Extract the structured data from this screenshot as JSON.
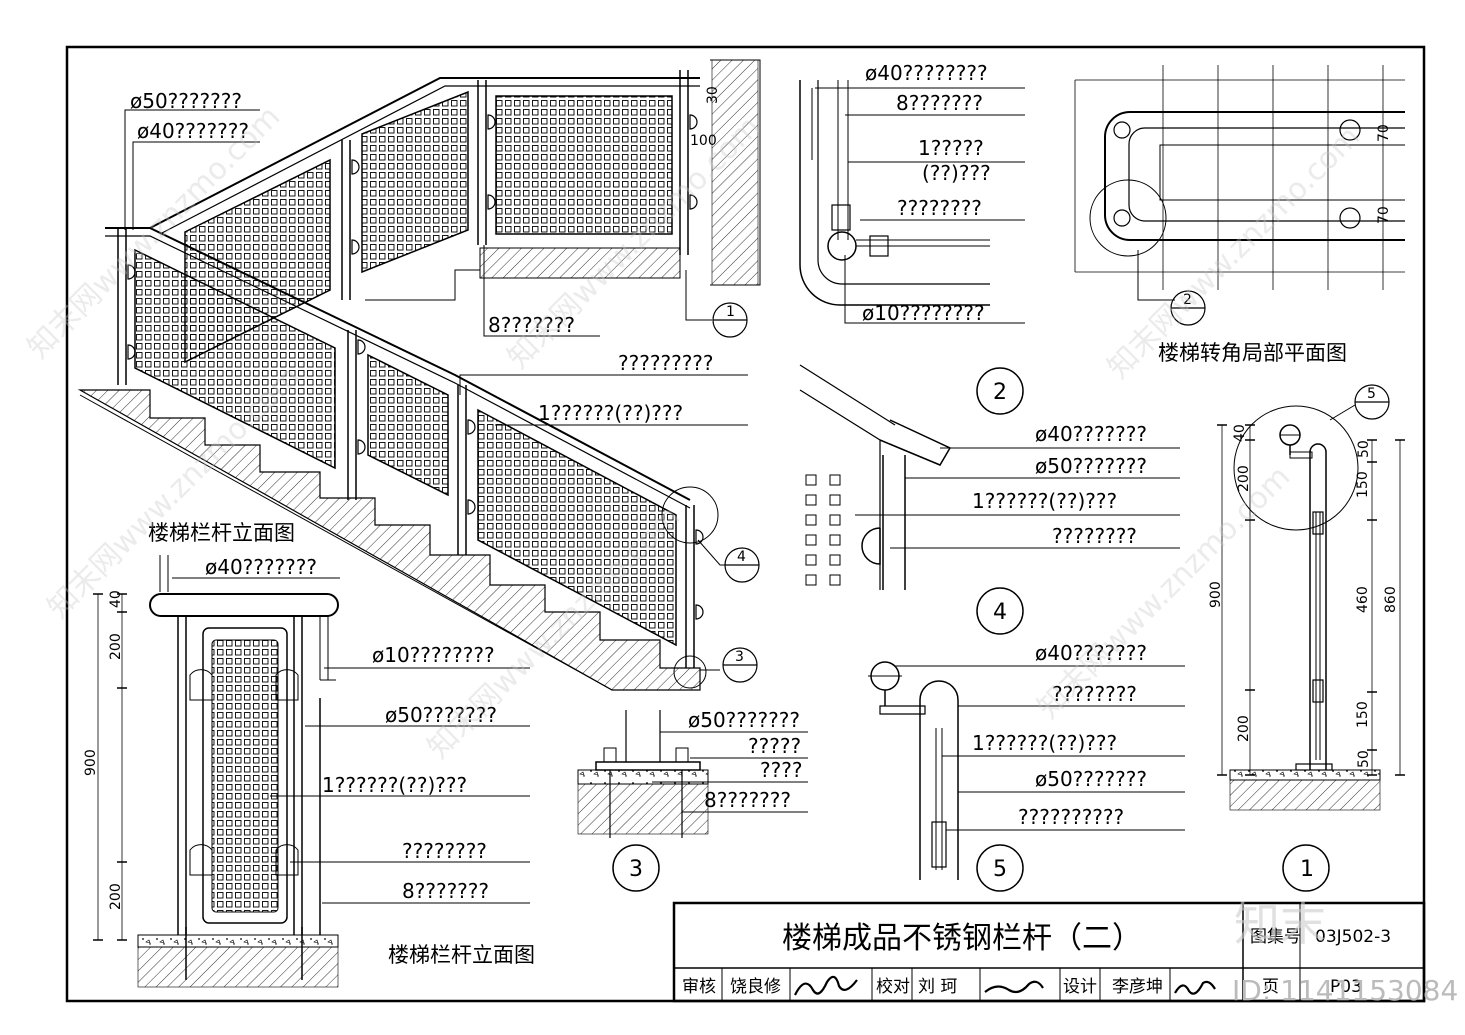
{
  "drawing": {
    "elevation_top_labels": [
      "ø50???????",
      "ø40???????"
    ],
    "elevation_mid_labels": [
      "8???????",
      "?????????",
      "1??????(??)???"
    ],
    "elevation_dims": [
      "30",
      "100"
    ],
    "elevation_caption": "楼梯栏杆立面图",
    "front_labels": [
      "ø40???????",
      "ø10????????",
      "ø50???????",
      "1??????(??)???",
      "????????",
      "8???????"
    ],
    "front_dims": [
      "40",
      "200",
      "900",
      "200"
    ],
    "front_caption": "楼梯栏杆立面图",
    "detail2_labels": [
      "ø40????????",
      "8???????",
      "1?????",
      "(??)???",
      "????????",
      "ø10????????"
    ],
    "detail2_no": "2",
    "plan_caption": "楼梯转角局部平面图",
    "plan_dims": [
      "70",
      "70"
    ],
    "plan_ref": "2",
    "detail4_labels": [
      "ø40???????",
      "ø50???????",
      "1??????(??)???",
      "????????"
    ],
    "detail4_no": "4",
    "detail3_labels": [
      "ø50???????",
      "?????",
      "????",
      "8???????"
    ],
    "detail3_no": "3",
    "detail5_labels": [
      "ø40???????",
      "????????",
      "1??????(??)???",
      "ø50???????",
      "??????????"
    ],
    "detail5_no": "5",
    "detail1_dims_left": [
      "40",
      "200",
      "900",
      "200"
    ],
    "detail1_dims_right": [
      "50",
      "150",
      "460",
      "860",
      "150",
      "50"
    ],
    "detail1_no": "1",
    "refs": [
      "1",
      "4",
      "3",
      "5"
    ]
  },
  "title_block": {
    "title": "楼梯成品不锈钢栏杆（二）",
    "atlas_label": "图集号",
    "atlas_no": "03J502-3",
    "page_label": "页",
    "page_no": "P03",
    "review_label": "审核",
    "reviewer": "饶良修",
    "check_label": "校对",
    "checker": "刘 珂",
    "design_label": "设计",
    "designer": "李彦坤"
  },
  "watermark": {
    "text": "知末网www.znzmo.com",
    "logo": "知末",
    "id": "ID: 1141153084"
  }
}
